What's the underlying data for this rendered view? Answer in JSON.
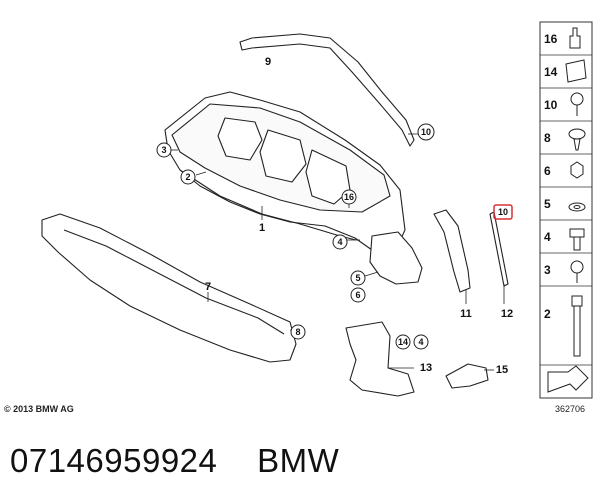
{
  "diagram": {
    "callouts": [
      "1",
      "2",
      "3",
      "4",
      "5",
      "6",
      "7",
      "8",
      "9",
      "10",
      "11",
      "12",
      "13",
      "14",
      "15",
      "16"
    ],
    "side_panel_numbers": [
      "16",
      "14",
      "10",
      "8",
      "6",
      "5",
      "4",
      "3",
      "2"
    ],
    "highlight_color": "#d9303a"
  },
  "copyright": "© 2013 BMW AG",
  "image_number": "362706",
  "footer": {
    "part_number": "07146959924",
    "brand": "BMW"
  }
}
